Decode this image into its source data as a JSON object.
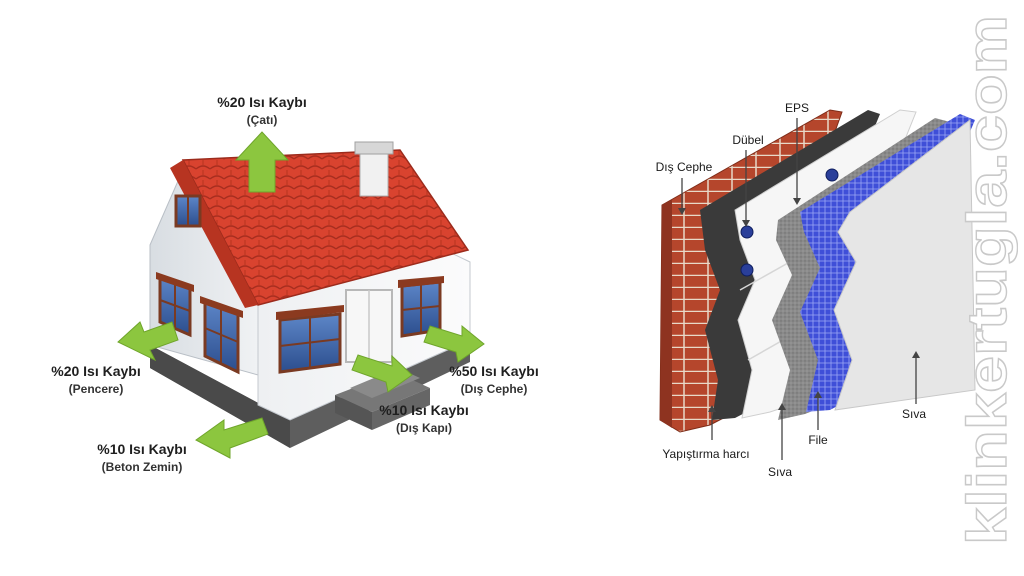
{
  "house_labels": {
    "roof": {
      "title": "%20 Isı Kaybı",
      "sub": "(Çatı)"
    },
    "window": {
      "title": "%20 Isı Kaybı",
      "sub": "(Pencere)"
    },
    "facade": {
      "title": "%50 Isı Kaybı",
      "sub": "(Dış Cephe)"
    },
    "door": {
      "title": "%10 Isı Kaybı",
      "sub": "(Dış Kapı)"
    },
    "floor": {
      "title": "%10 Isı Kaybı",
      "sub": "(Beton Zemin)"
    }
  },
  "wall_layers": {
    "facade": "Dış Cephe",
    "dowel": "Dübel",
    "eps": "EPS",
    "adhesive": "Yapıştırma harcı",
    "plaster_inner": "Sıva",
    "mesh": "File",
    "plaster_outer": "Sıva"
  },
  "watermark": "klinkertugla.com",
  "colors": {
    "arrow_green": "#8cc63f",
    "roof_red": "#d9432f",
    "brick": "#b5462c",
    "mesh_blue": "#3f4fd8",
    "wall_grey": "#e6e6e6"
  }
}
